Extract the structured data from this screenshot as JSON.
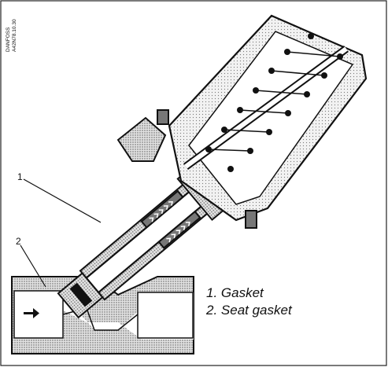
{
  "drawing_code": "DANFOSS A42N78.10.30",
  "drawing_code_line1": "DANFOSS",
  "drawing_code_line2": "A42N78.10.30",
  "callouts": [
    "1",
    "2"
  ],
  "legend": [
    "1. Gasket",
    "2. Seat gasket"
  ],
  "colors": {
    "ink": "#111111",
    "fill_dark": "#9a9a9a",
    "fill_light": "#d8d8d8",
    "background": "#ffffff"
  }
}
